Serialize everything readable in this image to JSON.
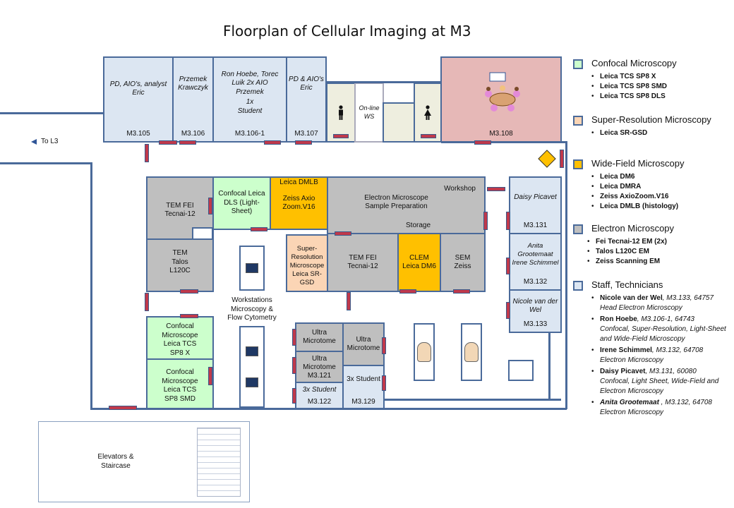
{
  "title": "Floorplan of Cellular Imaging at M3",
  "to_l3": "To L3",
  "elevators": "Elevators & Staircase",
  "rooms": {
    "m3105": {
      "text": "PD, AIO's, analyst Eric",
      "code": "M3.105"
    },
    "m3106": {
      "text": "Przemek Krawczyk",
      "code": "M3.106"
    },
    "m31061": {
      "text": "Ron Hoebe, Torec Luik 2x AIO Przemek",
      "sub": "1x Student",
      "code": "M3.106-1"
    },
    "m3107": {
      "text": "PD & AIO's Eric",
      "code": "M3.107"
    },
    "online": "On-line WS",
    "m3108": {
      "code": "M3.108"
    },
    "tem1": "TEM FEI Tecnai-12",
    "confdls": "Confocal Leica DLS (Light-Sheet)",
    "dmlb": "Leica DMLB",
    "zeiss": "Zeiss Axio Zoom.V16",
    "emprep": "Electron Microscope Sample Preparation",
    "workshop": "Workshop",
    "storage": "Storage",
    "daisy": {
      "text": "Daisy Picavet",
      "code": "M3.131"
    },
    "tem2": "TEM Talos L120C",
    "srroom": "Super-Resolution Microscope Leica SR-GSD",
    "tem3": "TEM FEI Tecnai-12",
    "clem": "CLEM Leica DM6",
    "sem": "SEM Zeiss",
    "anita": {
      "text": "Anita Grootemaat Irene Schimmel",
      "code": "M3.132"
    },
    "workstations": "Workstations Microscopy & Flow Cytometry",
    "nicole": {
      "text": "Nicole van der Wel",
      "code": "M3.133"
    },
    "confx": "Confocal Microscope Leica TCS SP8 X",
    "confsmd": "Confocal Microscope Leica TCS SP8 SMD",
    "ultra1": "Ultra Microtome",
    "ultra2": "Ultra Microtome",
    "ultra3": {
      "text": "Ultra Microtome",
      "code": "M3.121"
    },
    "m3122": {
      "text": "3x Student",
      "code": "M3.122"
    },
    "m3129": {
      "text": "3x Student",
      "code": "M3.129"
    }
  },
  "legend": [
    {
      "heading": "Confocal Microscopy",
      "color": "#ccffcc",
      "items": [
        "Leica TCS SP8 X",
        "Leica TCS SP8 SMD",
        "Leica TCS SP8 DLS"
      ]
    },
    {
      "heading": "Super-Resolution Microscopy",
      "color": "#fbd5b5",
      "items": [
        "Leica SR-GSD"
      ]
    },
    {
      "heading": "Wide-Field Microscopy",
      "color": "#ffc000",
      "items": [
        "Leica DM6",
        "Leica DMRA",
        "Zeiss AxioZoom.V16",
        "Leica DMLB (histology)"
      ]
    },
    {
      "heading": "Electron Microscopy",
      "color": "#bfbfbf",
      "items": [
        "Fei Tecnai-12 EM (2x)",
        "Talos L120C EM",
        "Zeiss Scanning EM"
      ]
    },
    {
      "heading": "Staff, Technicians",
      "color": "#dce6f2"
    }
  ],
  "staff": [
    {
      "name": "Nicole van der Wel",
      "info": ", M3.133, 64757",
      "role": "Head Electron Microscopy"
    },
    {
      "name": "Ron Hoebe",
      "info": ", M3.106-1, 64743",
      "role": "Confocal, Super-Resolution, Light-Sheet and  Wide-Field Microscopy"
    },
    {
      "name": "Irene Schimmel",
      "info": ", M3.132, 64708",
      "role": "Electron Microscopy"
    },
    {
      "name": "Daisy Picavet",
      "info": ", M3.131, 60080",
      "role": "Confocal, Light Sheet, Wide-Field and Electron Microscopy"
    },
    {
      "name": "Anita Grootemaat",
      "info": " , M3.132, 64708",
      "role": "Electron Microscopy"
    }
  ]
}
